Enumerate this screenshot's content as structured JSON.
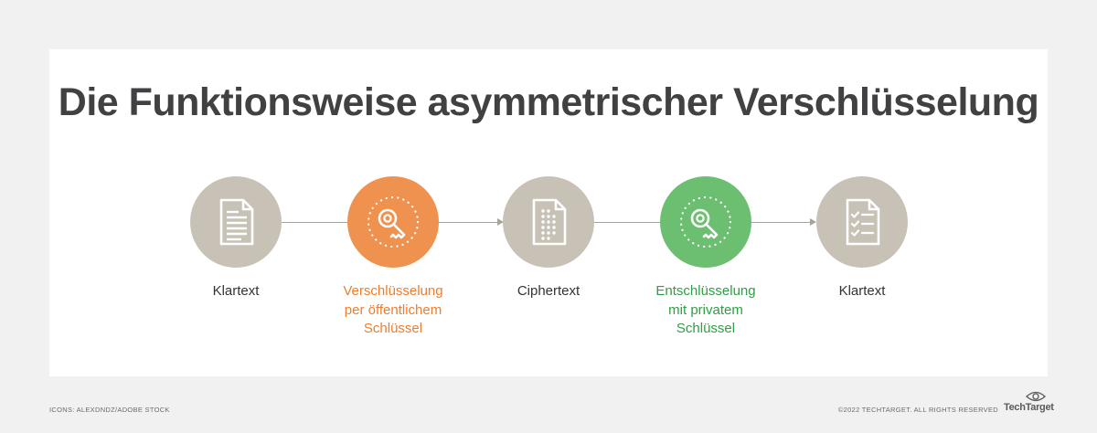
{
  "title": "Die Funktionsweise asymmetrischer Verschlüsselung",
  "steps": [
    {
      "label": "Klartext",
      "icon": "plaintext-document-icon",
      "circle_color": "#c8c2b6",
      "label_color": "#333333"
    },
    {
      "label": "Verschlüsselung\nper öffentlichem\nSchlüssel",
      "icon": "public-key-icon",
      "circle_color": "#f0924f",
      "label_color": "#ef7d2d"
    },
    {
      "label": "Ciphertext",
      "icon": "ciphertext-document-icon",
      "circle_color": "#c8c2b6",
      "label_color": "#333333"
    },
    {
      "label": "Entschlüsselung\nmit privatem\nSchlüssel",
      "icon": "private-key-icon",
      "circle_color": "#6cbf71",
      "label_color": "#2ea043"
    },
    {
      "label": "Klartext",
      "icon": "checklist-document-icon",
      "circle_color": "#c8c2b6",
      "label_color": "#333333"
    }
  ],
  "footer": {
    "credit": "ICONS: ALEXDNDZ/ADOBE STOCK",
    "copyright": "©2022 TECHTARGET. ALL RIGHTS RESERVED",
    "brand": "TechTarget"
  },
  "colors": {
    "title": "#414042",
    "connector": "#a8a49b",
    "neutral_circle": "#c8c2b6",
    "orange": "#f0924f",
    "green": "#6cbf71"
  }
}
